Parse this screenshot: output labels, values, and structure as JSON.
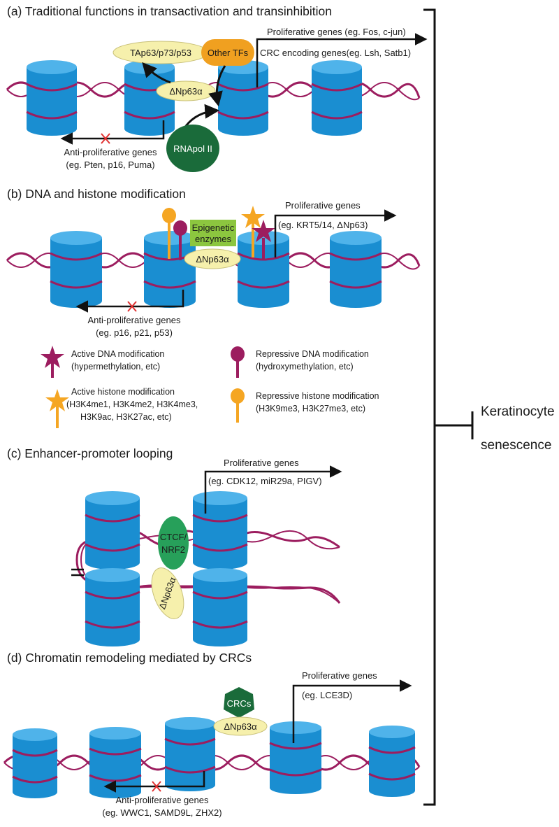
{
  "colors": {
    "nucleosome_side": "#1a8ed1",
    "nucleosome_top": "#4fb3ea",
    "dna": "#9c1d5f",
    "factor_yellow": "#f6f0ac",
    "other_tfs": "#f0a020",
    "rnapol": "#1a6b3a",
    "epigenetic_green": "#8cc63f",
    "ctcf_green": "#27a05a",
    "crc_green": "#1a6b3a",
    "active_mark": "#9c1d5f",
    "repressive_mark": "#9c1d5f",
    "histone_active": "#f5a623",
    "histone_repressive": "#f5a623",
    "inhibition_x": "#e03030"
  },
  "outcome": {
    "line1": "Keratinocyte",
    "line2": "senescence"
  },
  "panel_a": {
    "title": "(a) Traditional functions in transactivation and transinhibition",
    "prolif_line1": "Proliferative genes (eg. Fos, c-jun)",
    "prolif_line2": "CRC encoding genes(eg. Lsh, Satb1)",
    "tap63": "TAp63/p73/p53",
    "other_tfs": "Other TFs",
    "dnp63": "ΔNp63α",
    "rnapol": "RNApol II",
    "anti_line1": "Anti-proliferative genes",
    "anti_line2": "(eg. Pten, p16, Puma)"
  },
  "panel_b": {
    "title": "(b) DNA and histone modification",
    "prolif_line1": "Proliferative genes",
    "prolif_line2": "(eg. KRT5/14, ΔNp63)",
    "epi_line1": "Epigenetic",
    "epi_line2": "enzymes",
    "dnp63": "ΔNp63α",
    "anti_line1": "Anti-proliferative genes",
    "anti_line2": "(eg. p16, p21, p53)",
    "legend": {
      "active_dna_1": "Active DNA modification",
      "active_dna_2": "(hypermethylation, etc)",
      "repressive_dna_1": "Repressive DNA modification",
      "repressive_dna_2": "(hydroxymethylation, etc)",
      "active_histone_1": "Active histone modification",
      "active_histone_2": "(H3K4me1, H3K4me2, H3K4me3,",
      "active_histone_3": "H3K9ac, H3K27ac, etc)",
      "repressive_histone_1": "Repressive histone modification",
      "repressive_histone_2": "(H3K9me3, H3K27me3, etc)"
    }
  },
  "panel_c": {
    "title": "(c) Enhancer-promoter looping",
    "prolif_line1": "Proliferative genes",
    "prolif_line2": "(eg. CDK12, miR29a, PIGV)",
    "ctcf_line1": "CTCF/",
    "ctcf_line2": "NRF2",
    "dnp63": "ΔNp63α"
  },
  "panel_d": {
    "title": "(d)  Chromatin remodeling mediated by CRCs",
    "prolif_line1": "Proliferative genes",
    "prolif_line2": "(eg. LCE3D)",
    "crcs": "CRCs",
    "dnp63": "ΔNp63α",
    "anti_line1": "Anti-proliferative genes",
    "anti_line2": "(eg. WWC1, SAMD9L, ZHX2)"
  }
}
